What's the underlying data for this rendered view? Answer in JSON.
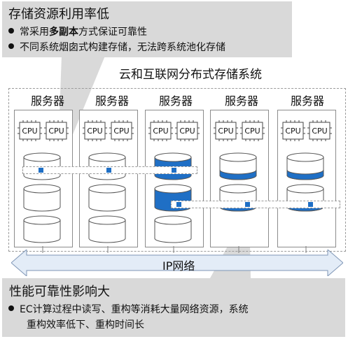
{
  "top_callout": {
    "title": "存储资源利用率低",
    "bullet1_pre": "常采用",
    "bullet1_bold": "多副本",
    "bullet1_post": "方式保证可靠性",
    "bullet2": "不同系统烟囱式构建存储，无法跨系统池化存储"
  },
  "cloud_title": "云和互联网分布式存储系统",
  "server_label": "服务器",
  "servers": [
    "服务器",
    "服务器",
    "服务器",
    "服务器",
    "服务器"
  ],
  "cpu_label": "CPU",
  "network_label": "IP网络",
  "bottom_callout": {
    "title": "性能可靠性影响大",
    "line1": "EC计算过程中读写、重构等消耗大量网络资源，系统",
    "line2": "重构效率低下、重构时间长"
  },
  "colors": {
    "accent_blue": "#1f6fc5",
    "callout_gray": "#d9d9d9",
    "bus_blue": "#e3ecf7"
  }
}
